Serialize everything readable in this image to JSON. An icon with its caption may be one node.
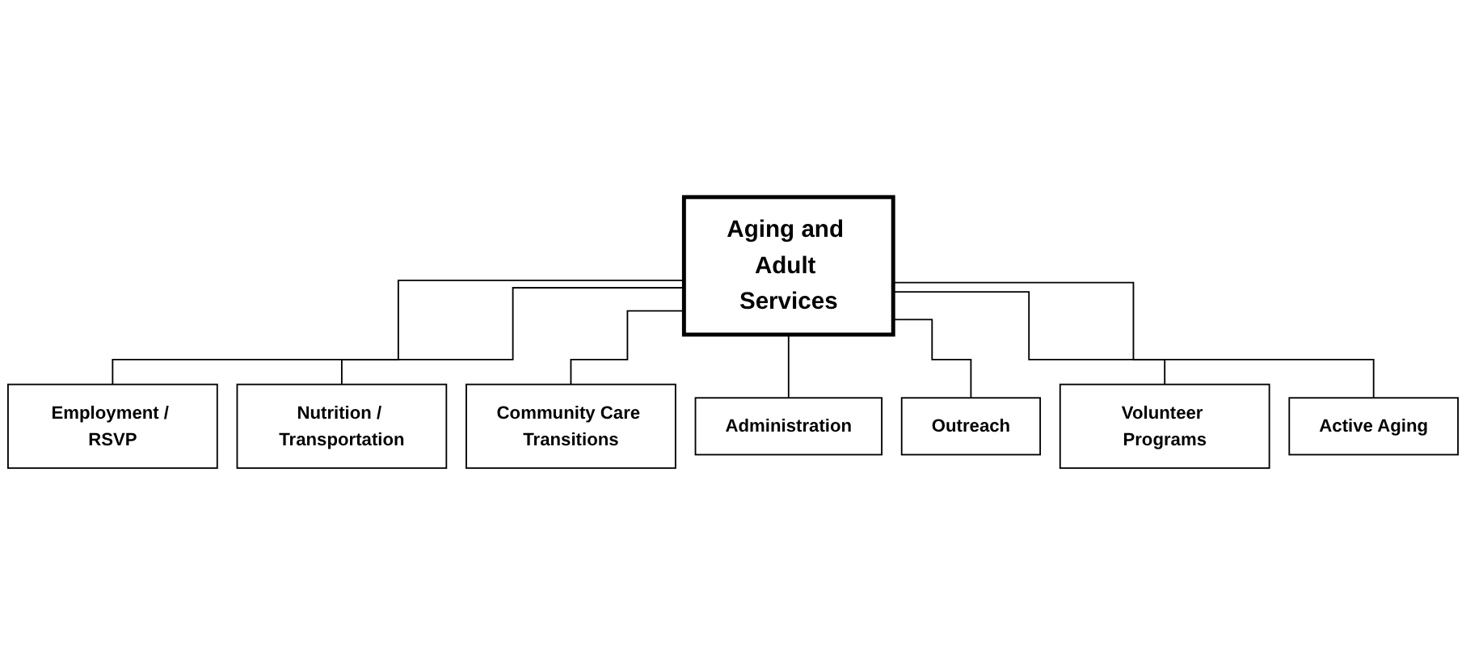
{
  "diagram": {
    "nodes": [
      {
        "text": [
          "Aging and Adult Services"
        ]
      },
      {
        "text": [
          "Employment / RSVP"
        ]
      },
      {
        "text": [
          "Nutrition / Transportation"
        ]
      },
      {
        "text": [
          "Community Care Transitions"
        ]
      },
      {
        "text": [
          "Administration"
        ]
      },
      {
        "text": [
          "Outreach"
        ]
      },
      {
        "text": [
          "Volunteer Programs"
        ]
      },
      {
        "text": [
          "Active Aging"
        ]
      }
    ],
    "edges": [
      {
        "from": 0,
        "to": 1,
        "arrow": "none"
      },
      {
        "from": 0,
        "to": 2,
        "arrow": "none"
      },
      {
        "from": 0,
        "to": 3,
        "arrow": "none"
      },
      {
        "from": 0,
        "to": 4,
        "arrow": "none"
      },
      {
        "from": 0,
        "to": 5,
        "arrow": "none"
      },
      {
        "from": 0,
        "to": 6,
        "arrow": "none"
      },
      {
        "from": 0,
        "to": 7,
        "arrow": "none"
      }
    ]
  }
}
